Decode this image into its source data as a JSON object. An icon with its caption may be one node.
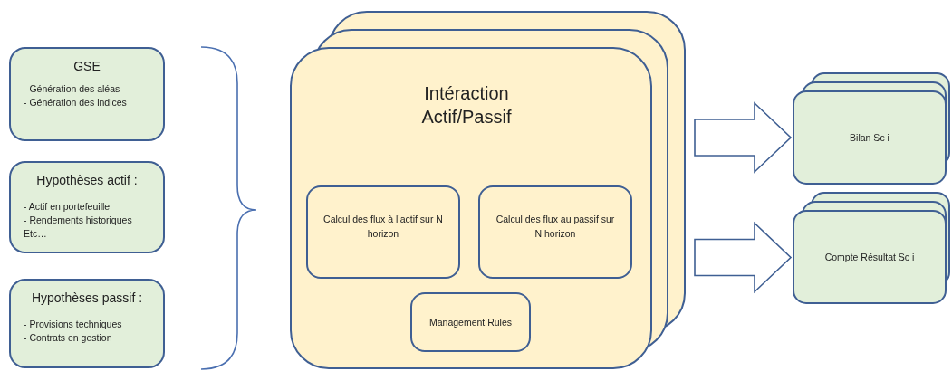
{
  "diagram": {
    "nodes": [
      {
        "text": [
          "GSE",
          "- Génération des aléas",
          "- Génération des indices"
        ]
      },
      {
        "text": [
          "Hypothèses actif :",
          "- Actif en portefeuille",
          "- Rendements historiques",
          "Etc…"
        ]
      },
      {
        "text": [
          "Hypothèses passif :",
          "- Provisions techniques",
          "- Contrats en gestion"
        ]
      },
      {
        "text": [
          "Intéraction Actif/Passif"
        ]
      },
      {
        "text": [
          "Calcul des flux à l’actif sur N horizon"
        ],
        "in": 3
      },
      {
        "text": [
          "Calcul des flux au passif sur N horizon"
        ],
        "in": 3
      },
      {
        "text": [
          "Management Rules"
        ],
        "in": 3
      },
      {
        "text": [
          "Bilan Sc i"
        ]
      },
      {
        "text": [
          "Compte Résultat Sc i"
        ]
      }
    ],
    "edges": [
      {
        "from": 3,
        "to": 7,
        "arrow": "to"
      },
      {
        "from": 3,
        "to": 8,
        "arrow": "to"
      }
    ]
  }
}
